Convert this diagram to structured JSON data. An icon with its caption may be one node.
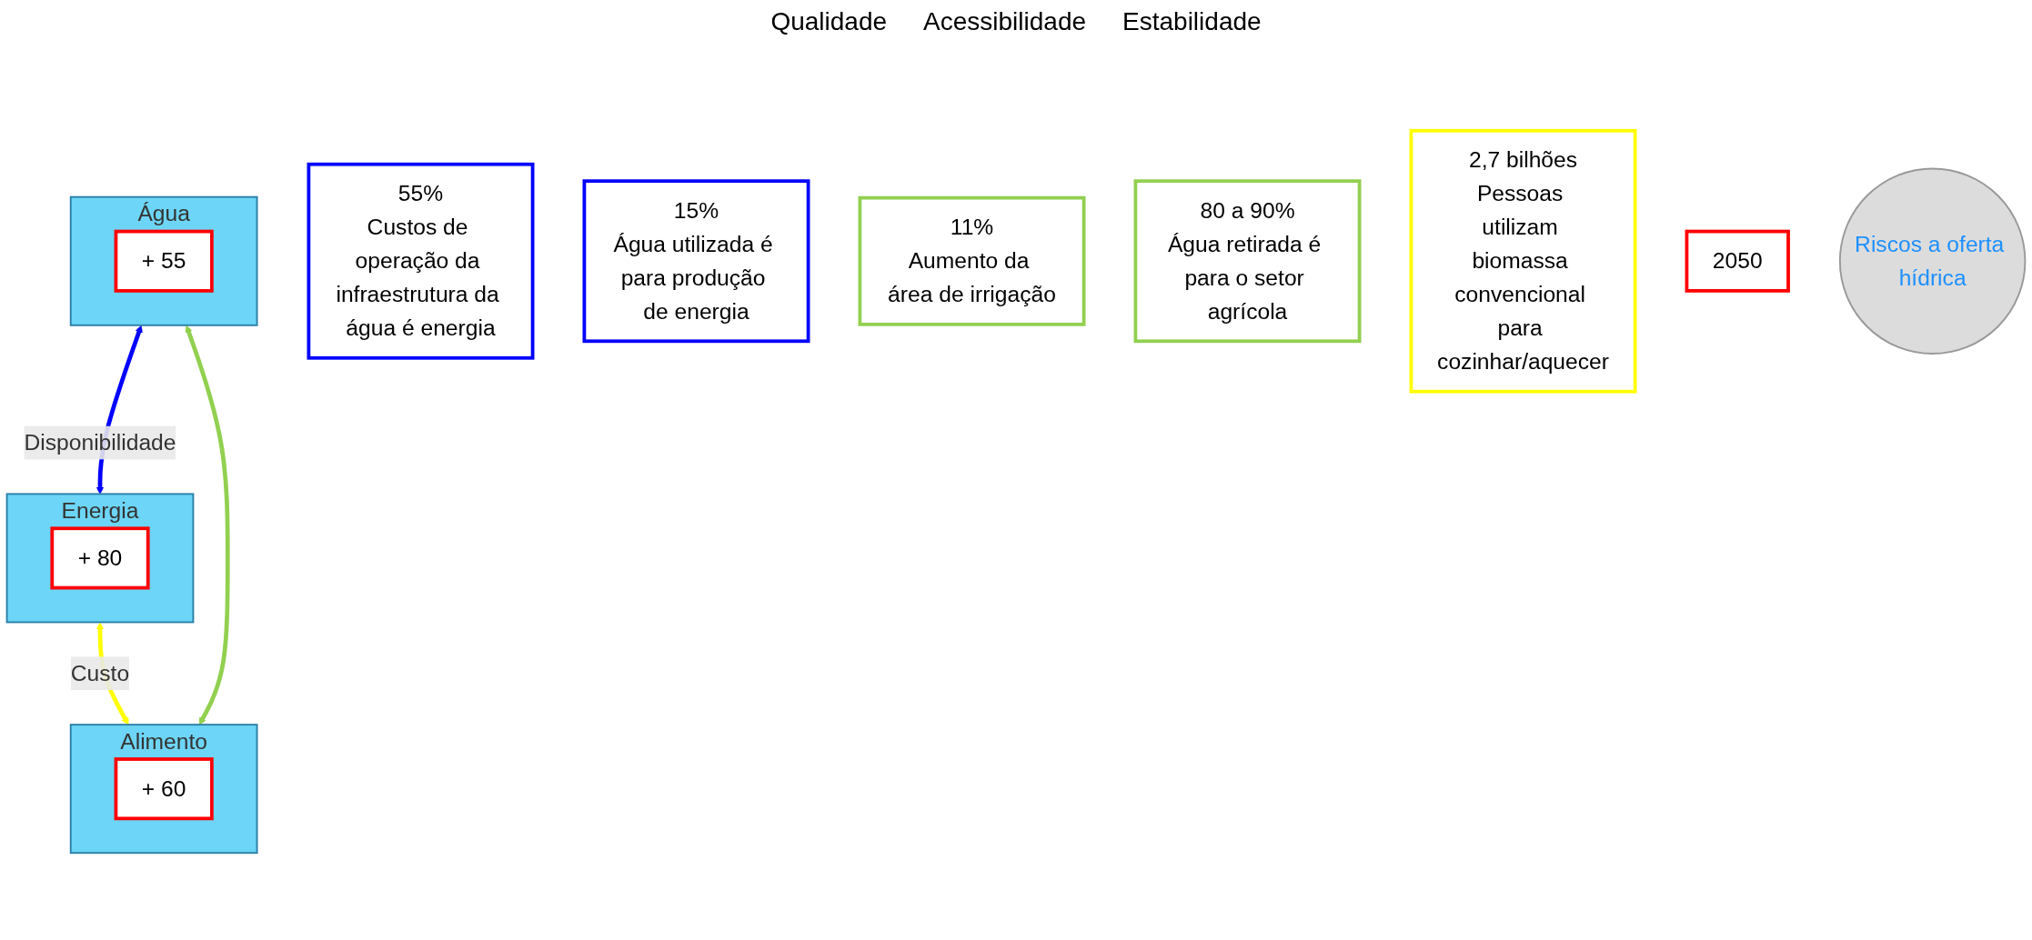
{
  "diagram": {
    "nodes": [
      {
        "text": [
          "55%",
          "Custos de operação da infraestrutura da água é energia"
        ]
      },
      {
        "text": [
          "15%",
          "Água utilizada é para produção de energia"
        ]
      },
      {
        "text": [
          "11%",
          "Aumento da área de irrigação"
        ]
      },
      {
        "text": [
          "80 a 90%",
          "Água retirada é para o setor agrícola"
        ]
      },
      {
        "text": [
          "2,7 bilhões",
          "Pessoas utilizam biomassa convencional para cozinhar/aquecer"
        ]
      },
      {
        "text": [
          "2050"
        ]
      },
      {
        "text": [
          "Energia"
        ]
      },
      {
        "text": [
          "+ 80"
        ],
        "in": 6
      },
      {
        "text": [
          "Riscos a oferta hídrica"
        ]
      },
      {
        "text": [
          "Água"
        ]
      },
      {
        "text": [
          "+ 55"
        ],
        "in": 9
      },
      {
        "text": [
          "Alimento"
        ]
      },
      {
        "text": [
          "+ 60"
        ],
        "in": 11
      }
    ],
    "edges": [
      {
        "from": 9,
        "to": 6,
        "arrow": "both",
        "label": "Disponibilidade",
        "color": "#0000ff"
      },
      {
        "from": 6,
        "to": 11,
        "arrow": "both",
        "label": "Custo",
        "color": "#ffff00"
      },
      {
        "from": 9,
        "to": 11,
        "arrow": "both",
        "color": "#92d050"
      }
    ],
    "labels": [
      "Qualidade",
      "Acessibilidade",
      "Estabilidade"
    ]
  }
}
